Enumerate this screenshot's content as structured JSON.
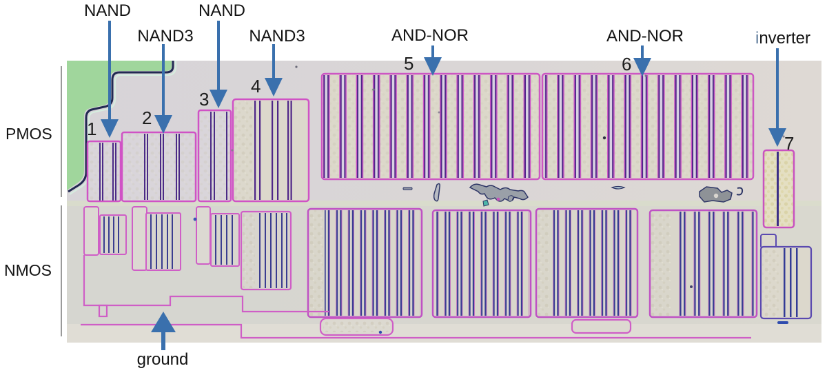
{
  "row_labels": {
    "pmos": "PMOS",
    "nmos": "NMOS"
  },
  "gate_labels": {
    "nand_a": "NAND",
    "nand3_a": "NAND3",
    "nand_b": "NAND",
    "nand3_b": "NAND3",
    "and_nor_a": "AND-NOR",
    "and_nor_b": "AND-NOR",
    "inverter_first_letter": "i",
    "inverter_rest": "nverter",
    "ground": "ground"
  },
  "markers": {
    "m1": "1",
    "m2": "2",
    "m3": "3",
    "m4": "4",
    "m5": "5",
    "m6": "6",
    "m7": "7"
  },
  "marker_gate_map": [
    {
      "marker": "1",
      "gate": "NAND"
    },
    {
      "marker": "2",
      "gate": "NAND3"
    },
    {
      "marker": "3",
      "gate": "NAND"
    },
    {
      "marker": "4",
      "gate": "NAND3"
    },
    {
      "marker": "5",
      "gate": "AND-NOR"
    },
    {
      "marker": "6",
      "gate": "AND-NOR"
    },
    {
      "marker": "7",
      "gate": "inverter"
    }
  ],
  "colors": {
    "arrow_blue": "#3a70ad",
    "label_text": "#131313",
    "inverter_i_tint": "#607d9c",
    "magenta_outline": "#cd54c4",
    "pmos_finger_purple": "#4f2688",
    "nmos_finger_blue": "#383c92",
    "green_region": "#a0d69c",
    "die_background": "#d7d4d8",
    "dark_boundary_line": "#222a52",
    "page_background": "#ffffff"
  }
}
